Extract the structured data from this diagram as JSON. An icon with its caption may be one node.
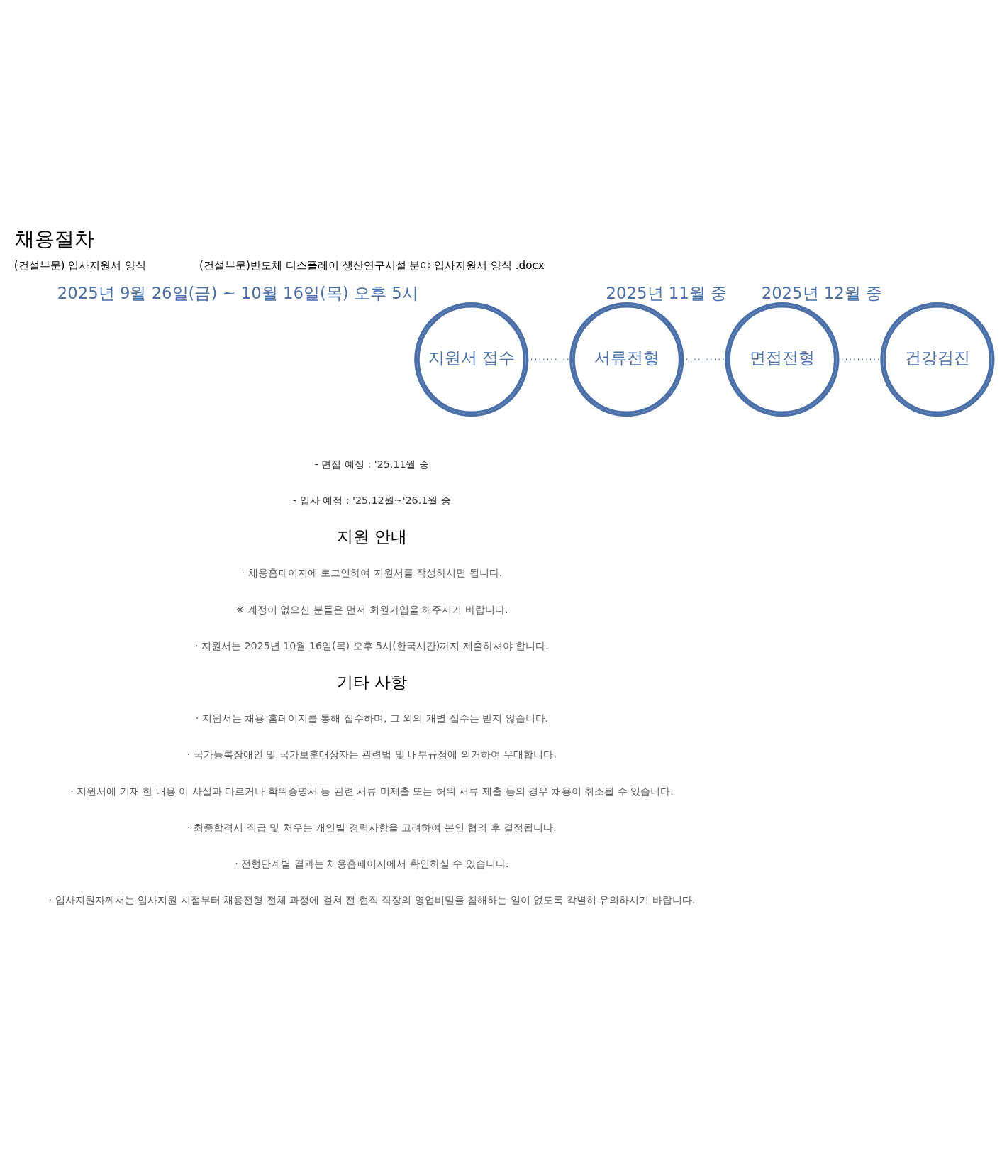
{
  "diagram": {
    "title": "채용절차",
    "nodes": [
      {
        "text": [
          "지원서 접수"
        ],
        "beside": [
          "2025년 9월 26일(금) ~ 10월 16일(목) 오후 5시"
        ]
      },
      {
        "text": [
          "서류전형"
        ]
      },
      {
        "text": [
          "면접전형"
        ],
        "beside": [
          "2025년 11월 중"
        ]
      },
      {
        "text": [
          "건강검진"
        ],
        "beside": [
          "2025년 12월 중"
        ]
      }
    ],
    "edges": [
      {
        "from": 0,
        "to": 1,
        "arrow": "none",
        "style": "dashed"
      },
      {
        "from": 1,
        "to": 2,
        "arrow": "none",
        "style": "dashed"
      },
      {
        "from": 2,
        "to": 3,
        "arrow": "none",
        "style": "dashed"
      }
    ],
    "labels": [
      "(건설부문) 입사지원서 양식",
      "(건설부문)반도체 디스플레이 생산연구시설 분야 입사지원서 양식 .docx",
      "- 면접 예정 : '25.11월 중",
      "- 입사 예정 : '25.12월~'26.1월 중",
      "지원 안내",
      "· 채용홈페이지에 로그인하여 지원서를 작성하시면 됩니다.",
      "※ 계정이 없으신 분들은 먼저 회원가입을 해주시기 바랍니다.",
      "· 지원서는 2025년 10월 16일(목) 오후 5시(한국시간)까지 제출하셔야 합니다.",
      "기타 사항",
      "· 지원서는 채용 홈페이지를 통해 접수하며, 그 외의 개별 접수는 받지 않습니다.",
      "· 국가등록장애인 및 국가보훈대상자는 관련법 및 내부규정에 의거하여 우대합니다.",
      "· 지원서에 기재 한 내용 이 사실과 다르거나 학위증명서 등 관련 서류 미제출 또는 허위 서류 제출 등의 경우 채용이 취소될 수 있습니다.",
      "· 최종합격시 직급 및 처우는 개인별 경력사항을 고려하여 본인 협의 후 결정됩니다.",
      "· 전형단계별 결과는 채용홈페이지에서 확인하실 수 있습니다.",
      "· 입사지원자께서는 입사지원 시점부터 채용전형 전체 과정에 걸쳐 전 현직 직장의 영업비밀을 침해하는 일이 없도록 각별히 유의하시기 바랍니다."
    ]
  }
}
